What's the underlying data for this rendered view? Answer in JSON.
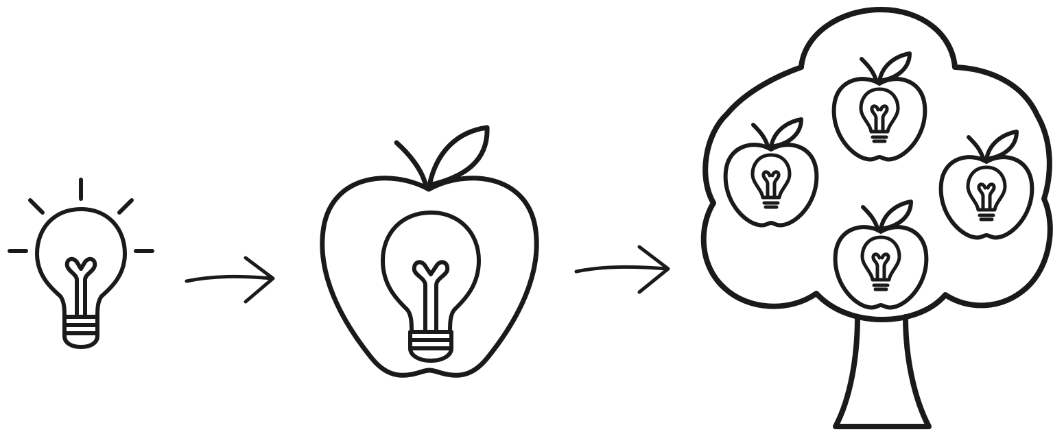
{
  "figure": {
    "stroke_color": "#1a1a1a",
    "background_color": "#ffffff",
    "steps": [
      {
        "id": "idea",
        "icon": "lightbulb-icon"
      },
      {
        "id": "apple",
        "icon": "apple-with-lightbulb-icon"
      },
      {
        "id": "tree",
        "icon": "tree-with-apples-icon"
      }
    ],
    "connectors": [
      {
        "from": "idea",
        "to": "apple",
        "icon": "arrow-right-icon"
      },
      {
        "from": "apple",
        "to": "tree",
        "icon": "arrow-right-icon"
      }
    ],
    "tree_fruit_count": 4
  }
}
